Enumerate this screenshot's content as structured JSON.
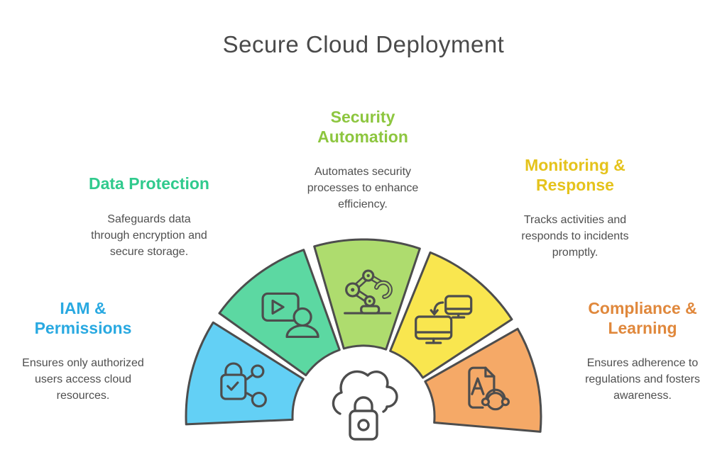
{
  "title": "Secure Cloud Deployment",
  "colors": {
    "outline": "#4d4d4d",
    "title_text": "#4a4a4a",
    "body_text": "#4f4f4f",
    "background": "#ffffff"
  },
  "center_icon": "cloud-lock-icon",
  "sections": [
    {
      "id": "iam-permissions",
      "title": [
        "IAM &",
        "Permissions"
      ],
      "title_color": "#29a9e1",
      "wedge_color": "#63d0f5",
      "description": [
        "Ensures only authorized",
        "users access cloud",
        "resources."
      ],
      "icon": "lock-share-icon"
    },
    {
      "id": "data-protection",
      "title": [
        "Data Protection"
      ],
      "title_color": "#30ca8d",
      "wedge_color": "#5cd8a2",
      "description": [
        "Safeguards data",
        "through encryption and",
        "secure storage."
      ],
      "icon": "video-user-icon"
    },
    {
      "id": "security-automation",
      "title": [
        "Security",
        "Automation"
      ],
      "title_color": "#8dc63f",
      "wedge_color": "#aedc6e",
      "description": [
        "Automates security",
        "processes to enhance",
        "efficiency."
      ],
      "icon": "robot-arm-icon"
    },
    {
      "id": "monitoring-response",
      "title": [
        "Monitoring &",
        "Response"
      ],
      "title_color": "#e5c31c",
      "wedge_color": "#f9e64f",
      "description": [
        "Tracks activities and",
        "responds to incidents",
        "promptly."
      ],
      "icon": "screen-sync-icon"
    },
    {
      "id": "compliance-learning",
      "title": [
        "Compliance &",
        "Learning"
      ],
      "title_color": "#e0883c",
      "wedge_color": "#f5a967",
      "description": [
        "Ensures adherence to",
        "regulations and fosters",
        "awareness."
      ],
      "icon": "document-headset-icon"
    }
  ]
}
